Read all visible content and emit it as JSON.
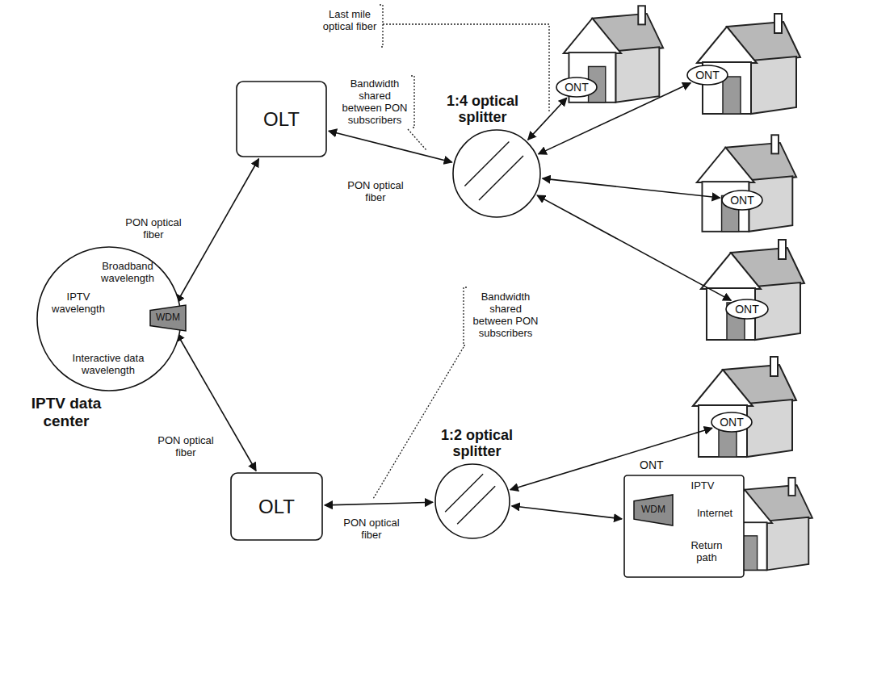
{
  "diagram": {
    "nodes": [
      {
        "text": [
          "IPTV data center"
        ]
      },
      {
        "text": [
          "WDM"
        ],
        "in": 0
      },
      {
        "text": [
          "OLT"
        ]
      },
      {
        "text": [
          "OLT"
        ]
      },
      {
        "text": [
          "1:4 optical splitter"
        ]
      },
      {
        "text": [
          "1:2 optical splitter"
        ]
      },
      {
        "text": [
          "ONT"
        ]
      },
      {
        "text": [
          "ONT"
        ]
      },
      {
        "text": [
          "ONT"
        ]
      },
      {
        "text": [
          "ONT"
        ]
      },
      {
        "text": [
          "ONT"
        ]
      },
      {
        "text": [
          "ONT"
        ]
      },
      {
        "text": [
          "WDM"
        ],
        "in": 11
      }
    ],
    "edges": [
      {
        "from": 1,
        "to": 2,
        "label": "PON optical fiber",
        "arrow": "both"
      },
      {
        "from": 1,
        "to": 3,
        "label": "PON optical fiber",
        "arrow": "both"
      },
      {
        "from": 2,
        "to": 4,
        "label": "PON optical fiber",
        "arrow": "both"
      },
      {
        "from": 3,
        "to": 5,
        "label": "PON optical fiber",
        "arrow": "both"
      },
      {
        "from": 4,
        "to": 6,
        "arrow": "both"
      },
      {
        "from": 4,
        "to": 7,
        "arrow": "both"
      },
      {
        "from": 4,
        "to": 8,
        "arrow": "both"
      },
      {
        "from": 4,
        "to": 9,
        "arrow": "both"
      },
      {
        "from": 5,
        "to": 10,
        "arrow": "both"
      },
      {
        "from": 5,
        "to": 11,
        "arrow": "both"
      }
    ],
    "labels": [
      "Last mile optical fiber",
      "Bandwidth shared between PON subscribers",
      "Bandwidth shared between PON subscribers",
      "Broadband wavelength",
      "IPTV wavelength",
      "Interactive data wavelength",
      "IPTV",
      "Internet",
      "Return path"
    ]
  }
}
